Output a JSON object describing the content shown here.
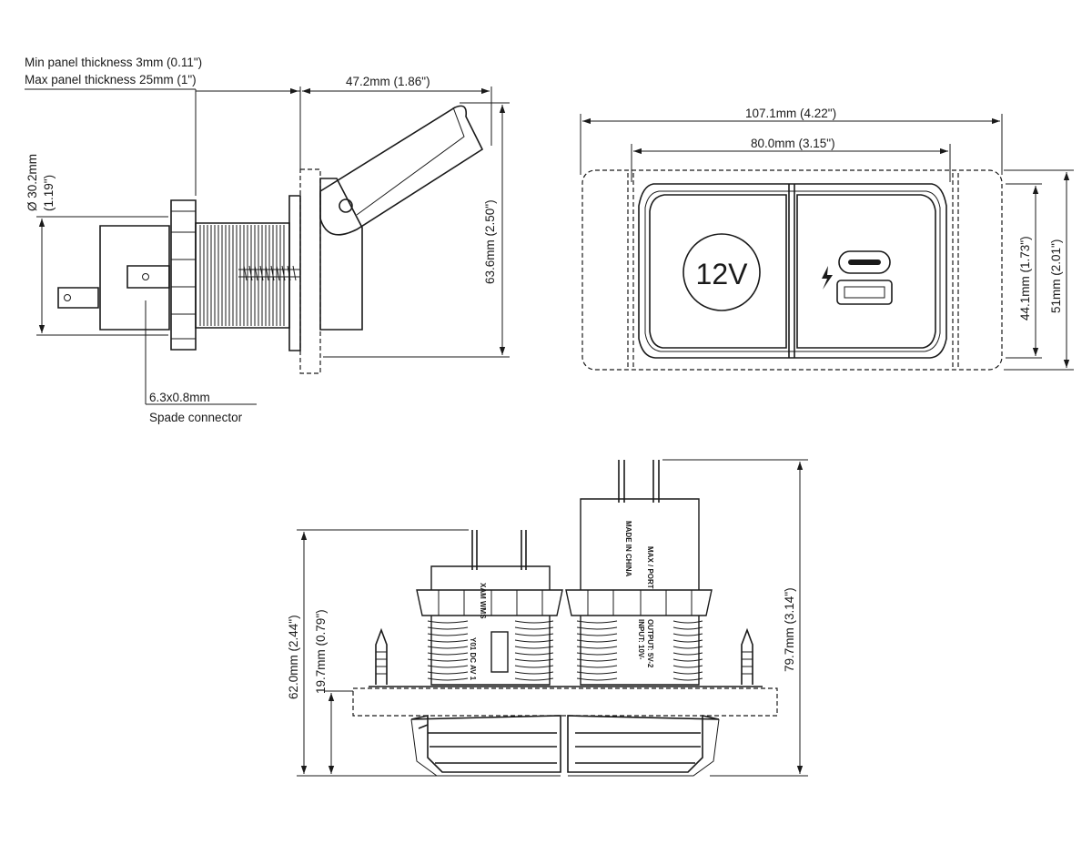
{
  "side_view": {
    "panel_thickness_min": "Min panel thickness 3mm (0.11\")",
    "panel_thickness_max": "Max panel thickness 25mm (1\")",
    "depth_dim": "47.2mm (1.86\")",
    "diameter_dim_a": "Ø 30.2mm",
    "diameter_dim_b": "(1.19\")",
    "height_dim": "63.6mm (2.50\")",
    "spade_size": "6.3x0.8mm",
    "spade_label": "Spade connector"
  },
  "front_view": {
    "overall_width": "107.1mm (4.22\")",
    "cutout_width": "80.0mm (3.15\")",
    "cutout_height": "44.1mm (1.73\")",
    "overall_height": "51mm (2.01\")",
    "socket_label": "12V"
  },
  "rear_view": {
    "total_height": "62.0mm (2.44\")",
    "protrusion_height": "19.7mm (0.79\")",
    "overall_depth": "79.7mm (3.14\")",
    "body_print_1": "MADE IN CHINA",
    "body_print_2": "INPUT: 10V-",
    "body_print_3": "OUTPUT: 5V-2",
    "body_print_4": "MAX / PORT",
    "body_print_5": "XAM WMS",
    "body_print_6": "Y01 DC AV 1"
  }
}
